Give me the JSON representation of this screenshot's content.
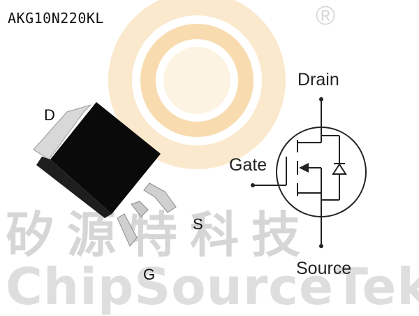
{
  "part_number": "AKG10N220KL",
  "package_pins": {
    "d": "D",
    "s": "S",
    "g": "G"
  },
  "symbol": {
    "drain": "Drain",
    "gate": "Gate",
    "source": "Source"
  },
  "watermark": {
    "chinese": "矽源特科技",
    "english": "ChipSourceTek",
    "registered": "®"
  },
  "colors": {
    "logo_orange": "#f6d7a6",
    "logo_ring": "#fbe8c8",
    "package_body": "#0a0a0a",
    "lead_gray": "#cfcfcf"
  }
}
